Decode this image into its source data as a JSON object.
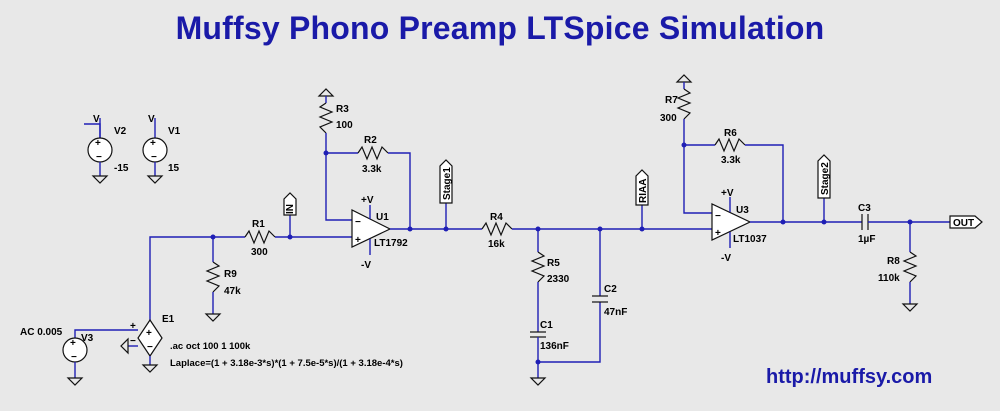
{
  "title": "Muffsy Phono Preamp LTSpice Simulation",
  "url": "http://muffsy.com",
  "colors": {
    "wire": "#1f1fb5",
    "title": "#1a1aa8",
    "background": "#e8e8e8"
  },
  "sources": {
    "v2": {
      "name": "V2",
      "value": "-15"
    },
    "v1": {
      "name": "V1",
      "value": "15"
    },
    "v3": {
      "name": "V3",
      "value": "AC 0.005"
    },
    "e1": {
      "name": "E1"
    }
  },
  "resistors": {
    "r1": {
      "name": "R1",
      "value": "300"
    },
    "r2": {
      "name": "R2",
      "value": "3.3k"
    },
    "r3": {
      "name": "R3",
      "value": "100"
    },
    "r4": {
      "name": "R4",
      "value": "16k"
    },
    "r5": {
      "name": "R5",
      "value": "2330"
    },
    "r6": {
      "name": "R6",
      "value": "3.3k"
    },
    "r7": {
      "name": "R7",
      "value": "300"
    },
    "r8": {
      "name": "R8",
      "value": "110k"
    },
    "r9": {
      "name": "R9",
      "value": "47k"
    }
  },
  "capacitors": {
    "c1": {
      "name": "C1",
      "value": "136nF"
    },
    "c2": {
      "name": "C2",
      "value": "47nF"
    },
    "c3": {
      "name": "C3",
      "value": "1µF"
    }
  },
  "opamps": {
    "u1": {
      "name": "U1",
      "part": "LT1792"
    },
    "u3": {
      "name": "U3",
      "part": "LT1037"
    }
  },
  "rail_labels": {
    "pos": "+V",
    "neg": "-V",
    "v": "V"
  },
  "net_labels": {
    "in": "IN",
    "stage1": "Stage1",
    "riaa": "RIAA",
    "stage2": "Stage2",
    "out": "OUT"
  },
  "directives": {
    "ac": ".ac oct 100 1 100k",
    "laplace": "Laplace=(1 + 3.18e-3*s)*(1 + 7.5e-5*s)/(1 + 3.18e-4*s)"
  }
}
